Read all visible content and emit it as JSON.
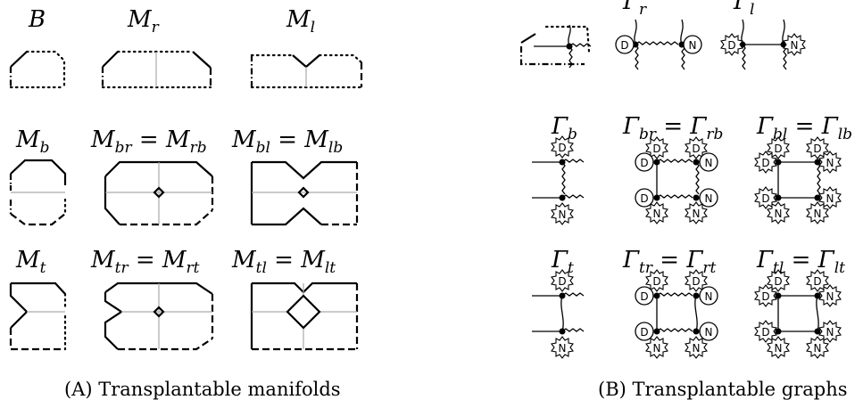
{
  "captions": {
    "left": "(A) Transplantable manifolds",
    "right": "(B) Transplantable graphs"
  },
  "manifolds": {
    "b": "B",
    "mr": "M_r",
    "ml": "M_l",
    "mb": "M_b",
    "mbr": "M_br = M_rb",
    "mbl": "M_bl = M_lb",
    "mt": "M_t",
    "mtr": "M_tr = M_rt",
    "mtl": "M_tl = M_lt"
  },
  "graphs": {
    "gr": "Γ_r",
    "gl": "Γ_l",
    "gb": "Γ_b",
    "gbr": "Γ_br = Γ_rb",
    "gbl": "Γ_bl = Γ_lb",
    "gt": "Γ_t",
    "gtr": "Γ_tr = Γ_rt",
    "gtl": "Γ_tl = Γ_lt"
  },
  "boundary_letters": {
    "dirichlet": "D",
    "neumann": "N"
  }
}
